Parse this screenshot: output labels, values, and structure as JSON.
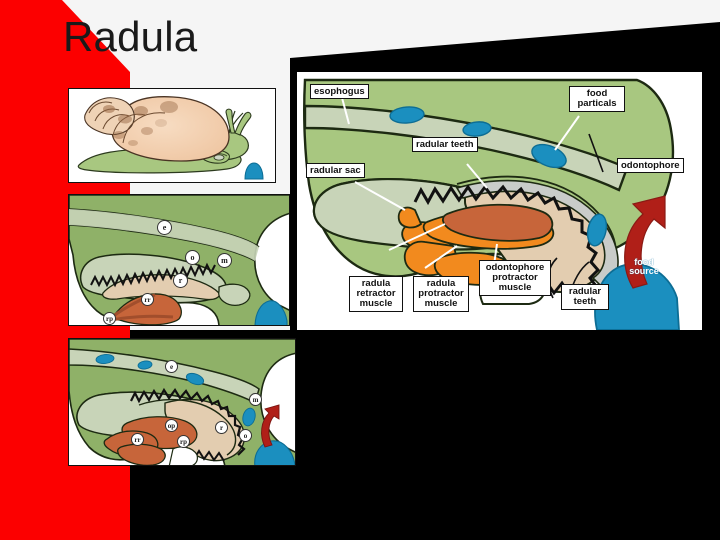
{
  "slide": {
    "title": "Radula",
    "background_color": "#f5f5f5",
    "accent_black": "#000000",
    "accent_red": "#fc0000"
  },
  "palette": {
    "body_green": "#a8c780",
    "tissue_green": "#8fb168",
    "sac_gray_green": "#c8d4b8",
    "radula_tan": "#e3cdb0",
    "muscle_orange": "#f28a1e",
    "muscle_dark_orange": "#c7653a",
    "food_blue": "#1b8fbf",
    "teeth_gray": "#c9ccc9",
    "arrow_red": "#b01f18",
    "shell_tan": "#f2cfae",
    "shell_brown": "#8a5a3b"
  },
  "panels": {
    "snail": {
      "name": "snail-overview",
      "caption": ""
    },
    "mid": {
      "name": "radula-retracted",
      "letters": [
        "e",
        "o",
        "r",
        "m",
        "rr",
        "rp"
      ]
    },
    "bottom": {
      "name": "radula-protracted",
      "letters": [
        "e",
        "m",
        "op",
        "rp",
        "r",
        "o",
        "rr"
      ]
    }
  },
  "main_diagram": {
    "name": "radula-feeding-mechanism",
    "labels": [
      {
        "id": "esophogus",
        "text": "esophogus"
      },
      {
        "id": "radular-sac",
        "text": "radular sac"
      },
      {
        "id": "radular-teeth-top",
        "text": "radular teeth"
      },
      {
        "id": "food-particals",
        "text": "food\nparticals"
      },
      {
        "id": "odontophore",
        "text": "odontophore"
      },
      {
        "id": "radula-retractor-muscle",
        "text": "radula\nretractor\nmuscle"
      },
      {
        "id": "radula-protractor-muscle",
        "text": "radula\nprotractor\nmuscle"
      },
      {
        "id": "odontophore-protractor-muscle",
        "text": "odontophore\nprotractor\nmuscle"
      },
      {
        "id": "radular-teeth-bottom",
        "text": "radular\nteeth"
      },
      {
        "id": "food-source",
        "text": "food\nsource"
      }
    ],
    "label_text": {
      "esophogus": "esophogus",
      "radular_sac": "radular sac",
      "radular_teeth_top": "radular teeth",
      "food_particals_l1": "food",
      "food_particals_l2": "particals",
      "odontophore": "odontophore",
      "radula_retractor_l1": "radula",
      "radula_retractor_l2": "retractor",
      "radula_retractor_l3": "muscle",
      "radula_protractor_l1": "radula",
      "radula_protractor_l2": "protractor",
      "radula_protractor_l3": "muscle",
      "odontophore_protractor_l1": "odontophore",
      "odontophore_protractor_l2": "protractor",
      "odontophore_protractor_l3": "muscle",
      "radular_teeth_b_l1": "radular",
      "radular_teeth_b_l2": "teeth",
      "food_source_l1": "food",
      "food_source_l2": "source"
    }
  }
}
